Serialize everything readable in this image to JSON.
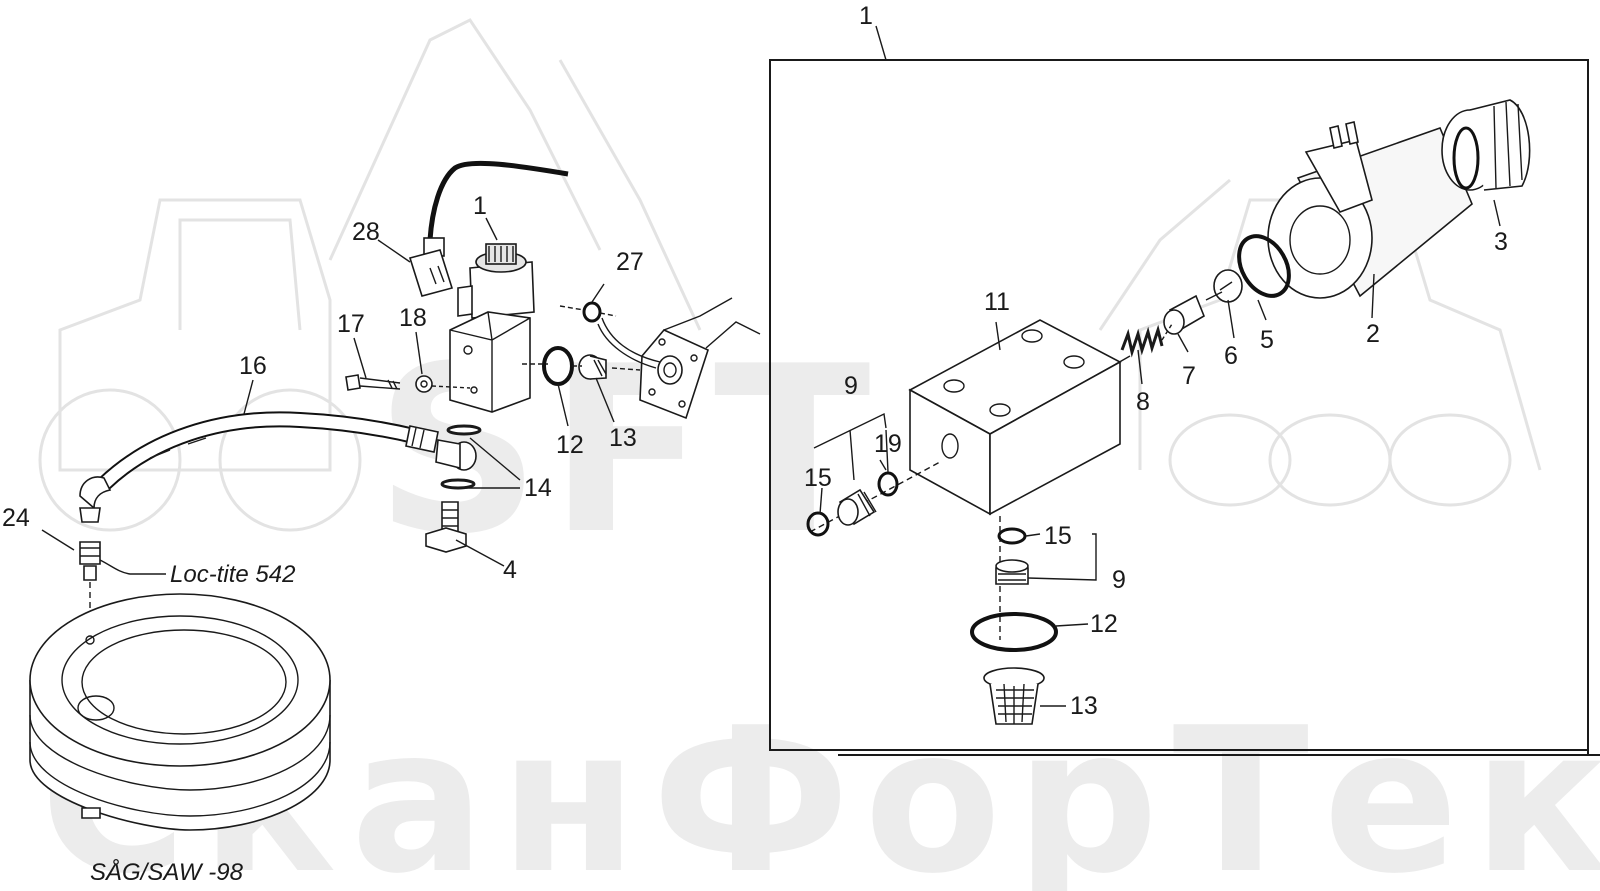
{
  "watermark": {
    "logo_text": "SFT",
    "company_text": "СканФорТек"
  },
  "left_assembly": {
    "callouts": {
      "c1": "1",
      "c28": "28",
      "c27": "27",
      "c17": "17",
      "c18": "18",
      "c16": "16",
      "c12": "12",
      "c13": "13",
      "c14": "14",
      "c24": "24",
      "c4": "4"
    },
    "loctite_note": "Loc-tite 542",
    "model_label": "SÅG/SAW -98"
  },
  "detail_box": {
    "group_callout": "1",
    "callouts": {
      "c2": "2",
      "c3": "3",
      "c5": "5",
      "c6": "6",
      "c7": "7",
      "c8": "8",
      "c9_left": "9",
      "c9_bottom": "9",
      "c11": "11",
      "c12": "12",
      "c13": "13",
      "c15_left": "15",
      "c15_bottom": "15",
      "c19": "19"
    }
  }
}
